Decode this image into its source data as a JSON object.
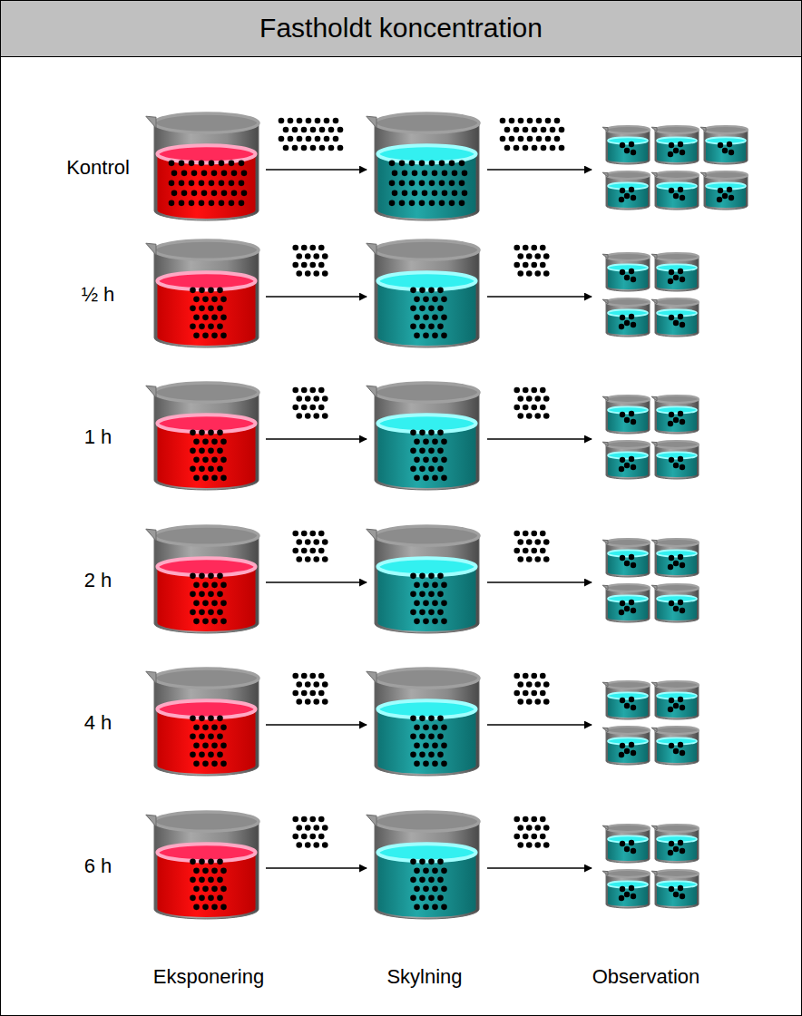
{
  "diagram": {
    "title": "Fastholdt koncentration",
    "labels": [
      "Kontrol",
      "½ h",
      "1 h",
      "2 h",
      "4 h",
      "6 h",
      "Eksponering",
      "Skylning",
      "Observation"
    ]
  }
}
